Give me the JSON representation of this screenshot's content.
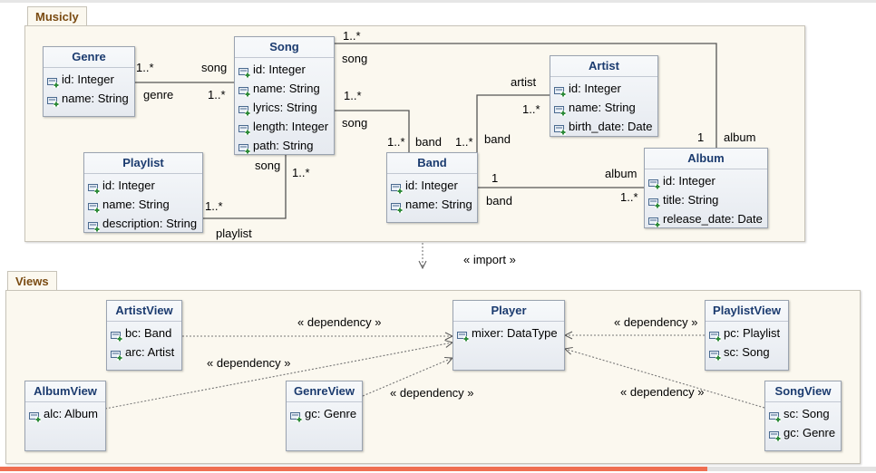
{
  "packages": {
    "musicly": "Musicly",
    "views": "Views"
  },
  "classes": {
    "genre": {
      "name": "Genre",
      "attrs": [
        "id: Integer",
        "name: String"
      ]
    },
    "song": {
      "name": "Song",
      "attrs": [
        "id: Integer",
        "name: String",
        "lyrics: String",
        "length: Integer",
        "path: String"
      ]
    },
    "artist": {
      "name": "Artist",
      "attrs": [
        "id: Integer",
        "name: String",
        "birth_date: Date"
      ]
    },
    "playlist": {
      "name": "Playlist",
      "attrs": [
        "id: Integer",
        "name: String",
        "description: String"
      ]
    },
    "band": {
      "name": "Band",
      "attrs": [
        "id: Integer",
        "name: String"
      ]
    },
    "album": {
      "name": "Album",
      "attrs": [
        "id: Integer",
        "title: String",
        "release_date: Date"
      ]
    },
    "artistview": {
      "name": "ArtistView",
      "attrs": [
        "bc: Band",
        "arc: Artist"
      ]
    },
    "player": {
      "name": "Player",
      "attrs": [
        "mixer: DataType"
      ]
    },
    "playlistview": {
      "name": "PlaylistView",
      "attrs": [
        "pc: Playlist",
        "sc: Song"
      ]
    },
    "albumview": {
      "name": "AlbumView",
      "attrs": [
        "alc: Album"
      ]
    },
    "genreview": {
      "name": "GenreView",
      "attrs": [
        "gc: Genre"
      ]
    },
    "songview": {
      "name": "SongView",
      "attrs": [
        "sc: Song",
        "gc: Genre"
      ]
    }
  },
  "edge_labels": {
    "genre_song_mult_left": "1..*",
    "genre_song_role_song": "song",
    "genre_song_role_genre": "genre",
    "genre_song_mult_right": "1..*",
    "song_album_mult": "1..*",
    "song_album_role": "song",
    "song_band_mult": "1..*",
    "song_band_role": "song",
    "band_song_mult": "1..*",
    "band_song_role": "band",
    "artist_band_role": "artist",
    "artist_band_mult": "1..*",
    "band_artist_mult": "1..*",
    "band_artist_role": "band",
    "album_song_mult": "1",
    "album_song_role": "album",
    "band_album_mult": "1",
    "band_album_role_album": "album",
    "band_album_role_band": "band",
    "band_album_mult_right": "1..*",
    "playlist_song_role": "song",
    "playlist_song_mult": "1..*",
    "playlist_mult": "1..*",
    "playlist_role": "playlist",
    "import": "« import »",
    "dep1": "« dependency »",
    "dep2": "« dependency »",
    "dep3": "« dependency »",
    "dep4": "« dependency »",
    "dep5": "« dependency »"
  },
  "colors": {
    "package_bg": "#fbf8ef",
    "package_label": "#7a4b12",
    "class_title": "#1b3b6f",
    "attribute_icon": "#2e8b3a"
  },
  "icons": {
    "attribute": "attribute-icon"
  }
}
